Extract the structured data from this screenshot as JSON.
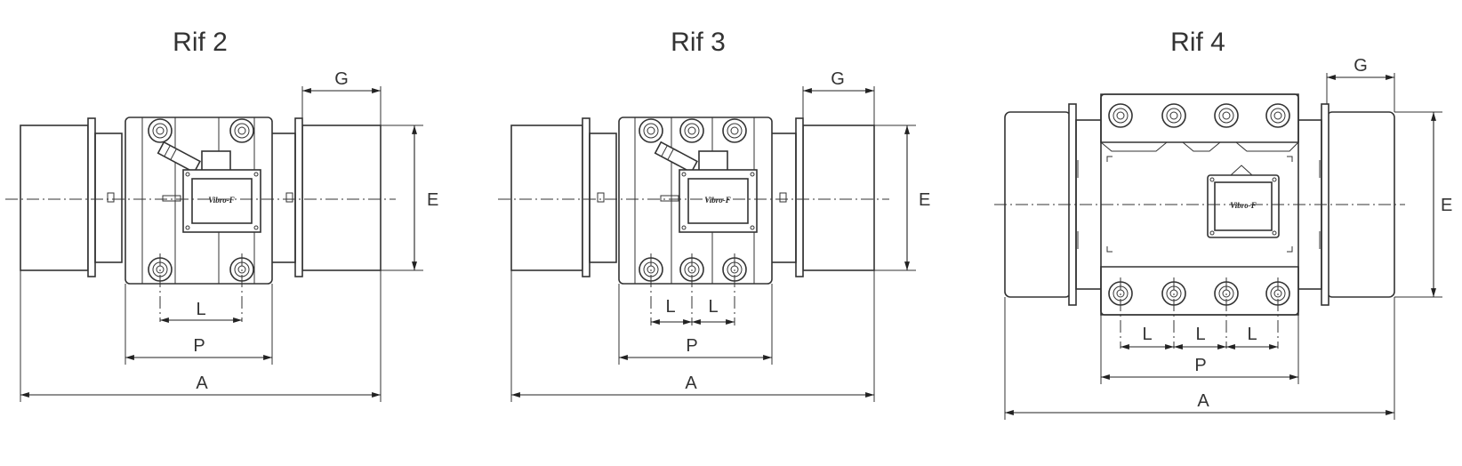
{
  "views": [
    {
      "title": "Rif 2",
      "dims": {
        "A": "A",
        "P": "P",
        "L": "L",
        "E": "E",
        "G": "G"
      }
    },
    {
      "title": "Rif 3",
      "dims": {
        "A": "A",
        "P": "P",
        "L": "L",
        "E": "E",
        "G": "G"
      }
    },
    {
      "title": "Rif 4",
      "dims": {
        "A": "A",
        "P": "P",
        "L": "L",
        "E": "E",
        "G": "G"
      }
    }
  ],
  "nameplate_brand": "Vibro-F"
}
